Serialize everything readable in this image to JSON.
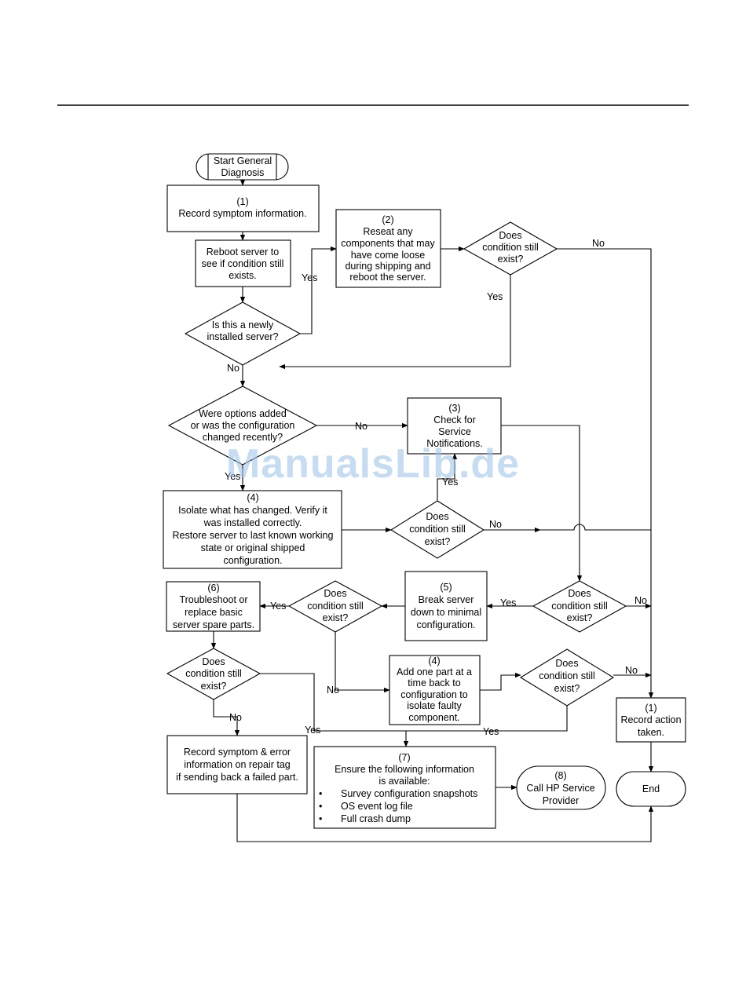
{
  "watermark": "ManualsLib.de",
  "nodes": {
    "start": [
      "Start General",
      "Diagnosis"
    ],
    "n1": [
      "(1)",
      "Record symptom information."
    ],
    "reboot": [
      "Reboot server to",
      "see if condition still",
      "exists."
    ],
    "n2": [
      "(2)",
      "Reseat any",
      "components that may",
      "have come loose",
      "during shipping and",
      "reboot the server."
    ],
    "d_exist1": [
      "Does",
      "condition still",
      "exist?"
    ],
    "d_new": [
      "Is this a newly",
      "installed server?"
    ],
    "d_options": [
      "Were options added",
      "or was the configuration",
      "changed recently?"
    ],
    "n3": [
      "(3)",
      "Check for",
      "Service",
      "Notifications."
    ],
    "n4a": [
      "(4)",
      "Isolate what has changed. Verify it",
      "was installed correctly.",
      "Restore server to last known working",
      "state or original shipped",
      "configuration."
    ],
    "d_exist2": [
      "Does",
      "condition still",
      "exist?"
    ],
    "d_exist3": [
      "Does",
      "condition still",
      "exist?"
    ],
    "n5": [
      "(5)",
      "Break server",
      "down to minimal",
      "configuration."
    ],
    "d_exist4": [
      "Does",
      "condition still",
      "exist?"
    ],
    "n6": [
      "(6)",
      "Troubleshoot or",
      "replace basic",
      "server spare parts."
    ],
    "d_exist5": [
      "Does",
      "condition still",
      "exist?"
    ],
    "n4b": [
      "(4)",
      "Add one part at a",
      "time back to",
      "configuration to",
      "isolate faulty",
      "component."
    ],
    "d_exist6": [
      "Does",
      "condition still",
      "exist?"
    ],
    "r1": [
      "(1)",
      "Record action",
      "taken."
    ],
    "record_tag": [
      "Record symptom & error",
      "information on repair tag",
      "if sending back a failed part."
    ],
    "n7_head": [
      "(7)",
      "Ensure the following information",
      "is available:"
    ],
    "n7_items": [
      "Survey configuration snapshots",
      "OS event log file",
      "Full crash dump"
    ],
    "n8": [
      "(8)",
      "Call HP Service",
      "Provider"
    ],
    "end": [
      "End"
    ]
  },
  "edge_labels": {
    "yes": "Yes",
    "no": "No"
  },
  "bullet": "•"
}
